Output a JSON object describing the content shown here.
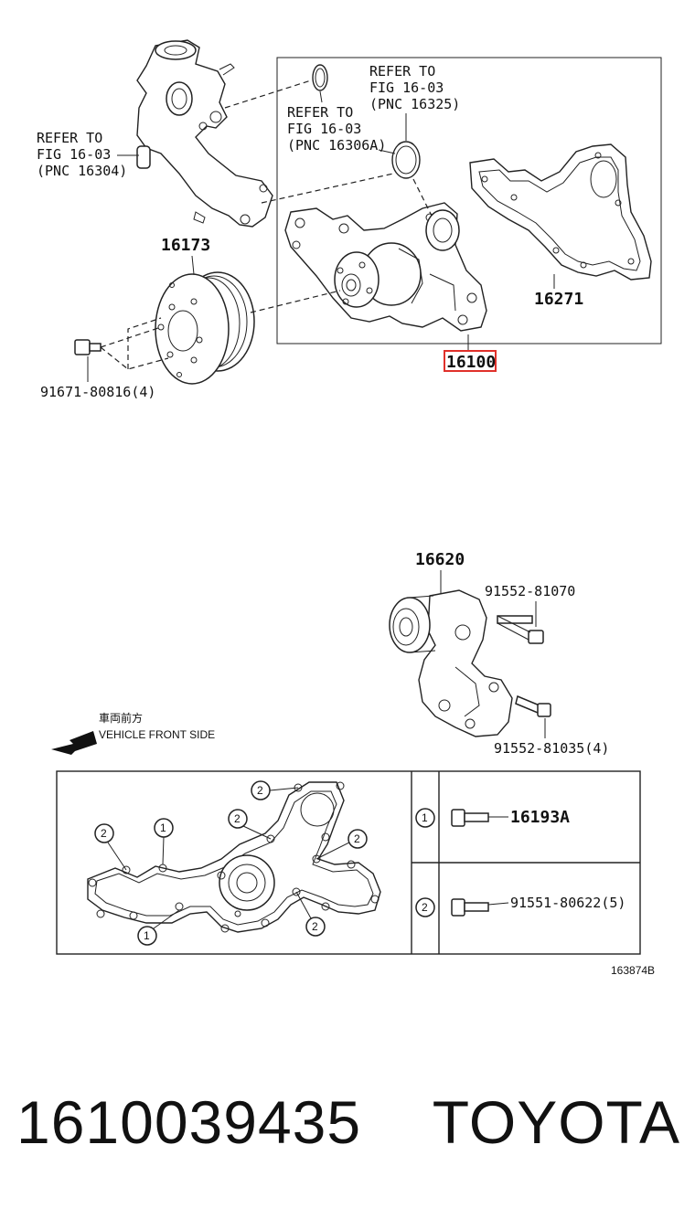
{
  "callouts": {
    "refer_right_1": "REFER TO",
    "refer_right_2": "FIG 16-03",
    "refer_right_3": "(PNC 16325)",
    "refer_mid_1": "REFER TO",
    "refer_mid_2": "FIG 16-03",
    "refer_mid_3": "(PNC 16306A)",
    "refer_left_1": "REFER TO",
    "refer_left_2": "FIG 16-03",
    "refer_left_3": "(PNC 16304)",
    "pulley": "16173",
    "bolt_pulley": "91671-80816(4)",
    "gasket": "16271",
    "water_pump": "16100",
    "tensioner": "16620",
    "bolt_tensioner_1": "91552-81070",
    "bolt_tensioner_2": "91552-81035(4)",
    "front_jp": "車両前方",
    "front_en": "VEHICLE FRONT SIDE",
    "legend_1_num": "1",
    "legend_1_part": "16193A",
    "legend_2_num": "2",
    "legend_2_part": "91551-80622(5)",
    "fig_code": "163874B"
  },
  "footer": {
    "part_number": "1610039435",
    "brand": "TOYOTA"
  },
  "colors": {
    "highlight": "#e0302a",
    "ink": "#222222"
  }
}
